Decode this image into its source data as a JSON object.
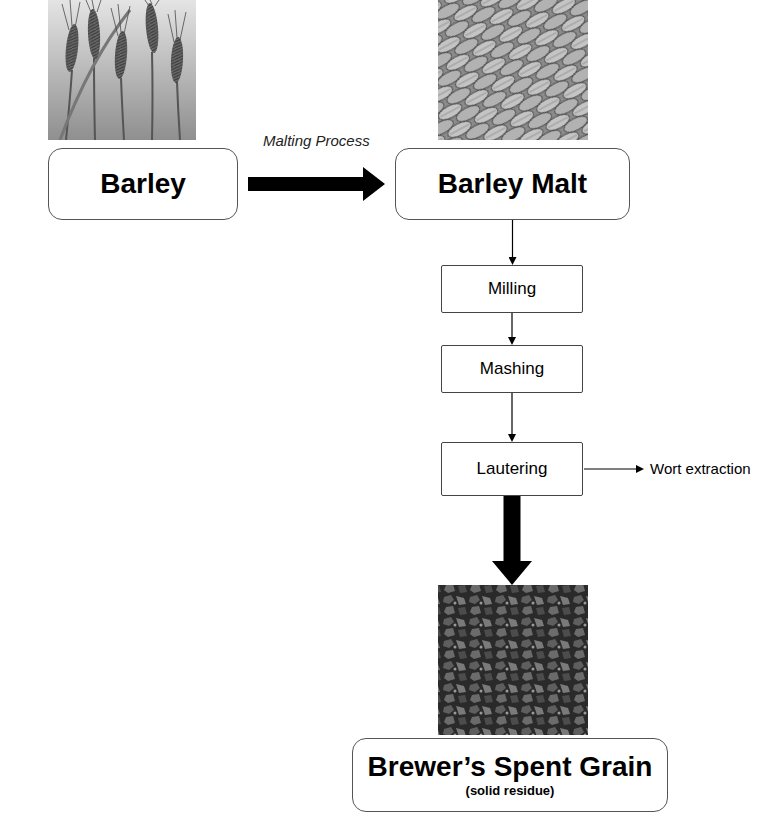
{
  "diagram": {
    "nodes": [
      {
        "text": [
          "Barley"
        ]
      },
      {
        "text": [
          "Barley Malt"
        ]
      },
      {
        "text": [
          "Milling"
        ]
      },
      {
        "text": [
          "Mashing"
        ]
      },
      {
        "text": [
          "Lautering"
        ]
      },
      {
        "text": [
          "Brewer’s Spent Grain",
          "(solid residue)"
        ]
      }
    ],
    "edges": [
      {
        "from": 0,
        "to": 1,
        "arrow": "to",
        "label": "Malting Process"
      },
      {
        "from": 1,
        "to": 2,
        "arrow": "to"
      },
      {
        "from": 2,
        "to": 3,
        "arrow": "to"
      },
      {
        "from": 3,
        "to": 4,
        "arrow": "to"
      },
      {
        "from": 4,
        "to": 5,
        "arrow": "to"
      }
    ],
    "labels": [
      "Wort extraction"
    ]
  }
}
